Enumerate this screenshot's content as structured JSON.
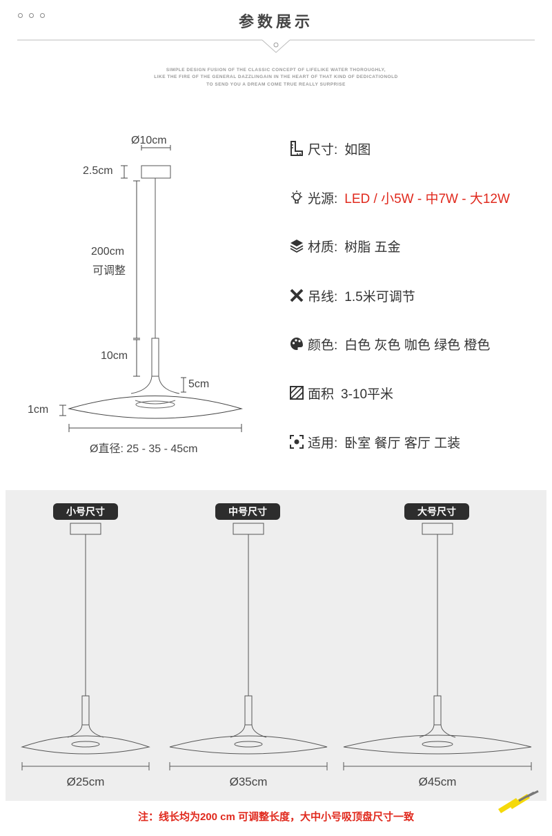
{
  "header": {
    "title": "参数展示",
    "slogan_lines": [
      "SIMPLE DESIGN FUSION OF THE CLASSIC CONCEPT OF LIFELIKE WATER THOROUGHLY,",
      "LIKE THE FIRE OF THE GENERAL DAZZLINGAIN IN THE HEART OF THAT KIND OF DEDICATIONOLD",
      "TO SEND YOU A DREAM COME TRUE REALLY SURPRISE"
    ]
  },
  "diagram": {
    "diameter_top": "Ø10cm",
    "canopy_height": "2.5cm",
    "cable_length": "200cm",
    "cable_note": "可调整",
    "stem_length": "10cm",
    "neck_height": "5cm",
    "shade_thickness": "1cm",
    "shade_diameter": "Ø直径: 25 - 35 - 45cm"
  },
  "specs": [
    {
      "icon": "ruler-icon",
      "label": "尺寸:",
      "value": "如图",
      "red": false
    },
    {
      "icon": "bulb-icon",
      "label": "光源:",
      "value": "LED / 小5W - 中7W - 大12W",
      "red": true
    },
    {
      "icon": "layers-icon",
      "label": "材质:",
      "value": "树脂 五金",
      "red": false
    },
    {
      "icon": "tools-icon",
      "label": "吊线:",
      "value": "1.5米可调节",
      "red": false
    },
    {
      "icon": "palette-icon",
      "label": "颜色:",
      "value": "白色 灰色 咖色 绿色 橙色",
      "red": false
    },
    {
      "icon": "area-icon",
      "label": "面积",
      "value": "3-10平米",
      "red": false
    },
    {
      "icon": "apply-icon",
      "label": "适用:",
      "value": "卧室  餐厅  客厅  工装",
      "red": false
    }
  ],
  "sizes": [
    {
      "badge": "小号尺寸",
      "diameter": "Ø25cm"
    },
    {
      "badge": "中号尺寸",
      "diameter": "Ø35cm"
    },
    {
      "badge": "大号尺寸",
      "diameter": "Ø45cm"
    }
  ],
  "note": "注：线长均为200 cm 可调整长度，大中小号吸顶盘尺寸一致",
  "colors": {
    "accent_red": "#e0291d",
    "badge_bg": "#2d2d2d",
    "panel_bg": "#eeeeee"
  }
}
